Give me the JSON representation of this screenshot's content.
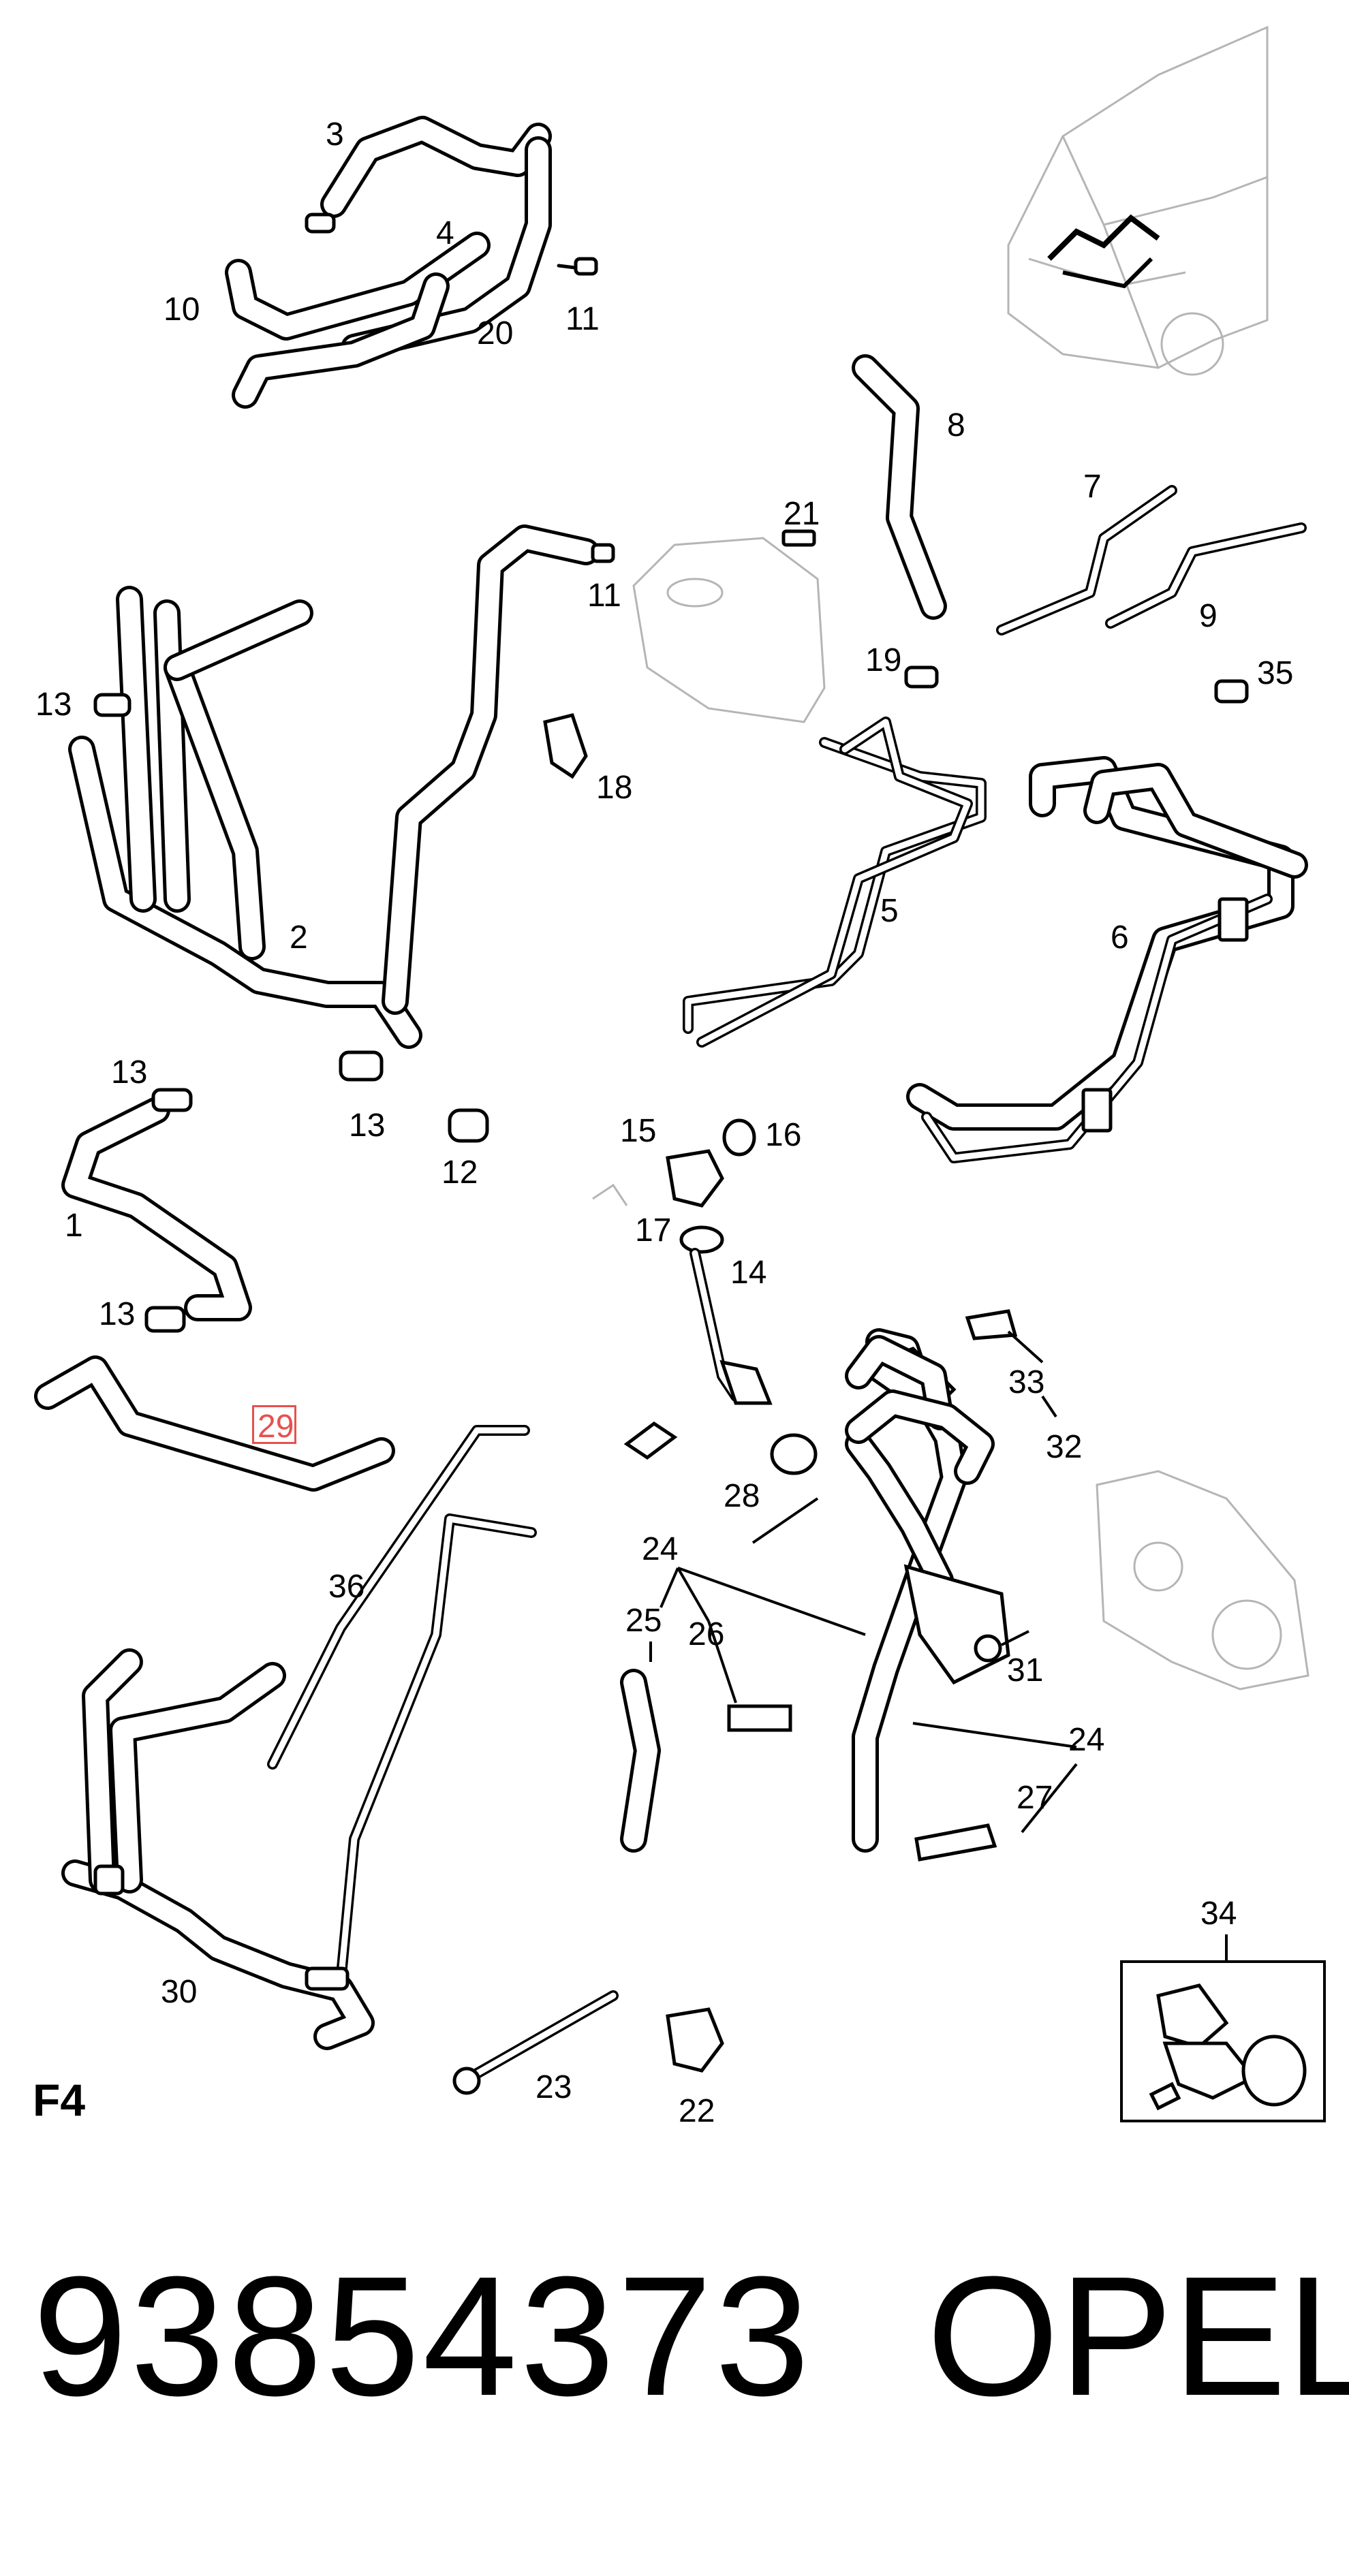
{
  "diagram": {
    "section": "F4",
    "highlighted_callout": "29",
    "callouts": {
      "c1": "1",
      "c2": "2",
      "c3": "3",
      "c4": "4",
      "c5": "5",
      "c6": "6",
      "c7": "7",
      "c8": "8",
      "c9": "9",
      "c10": "10",
      "c11a": "11",
      "c11b": "11",
      "c12": "12",
      "c13a": "13",
      "c13b": "13",
      "c13c": "13",
      "c13d": "13",
      "c14": "14",
      "c15": "15",
      "c16": "16",
      "c17": "17",
      "c18": "18",
      "c19": "19",
      "c20": "20",
      "c21": "21",
      "c22": "22",
      "c23": "23",
      "c24a": "24",
      "c24b": "24",
      "c25": "25",
      "c26": "26",
      "c27": "27",
      "c28": "28",
      "c29": "29",
      "c30": "30",
      "c31": "31",
      "c32": "32",
      "c33": "33",
      "c34": "34",
      "c35": "35",
      "c36": "36"
    },
    "colors": {
      "line": "#000000",
      "ghost": "#b5b5b5",
      "highlight": "#e8504f"
    }
  },
  "footer": {
    "part_number": "93854373",
    "brand": "OPEL"
  }
}
